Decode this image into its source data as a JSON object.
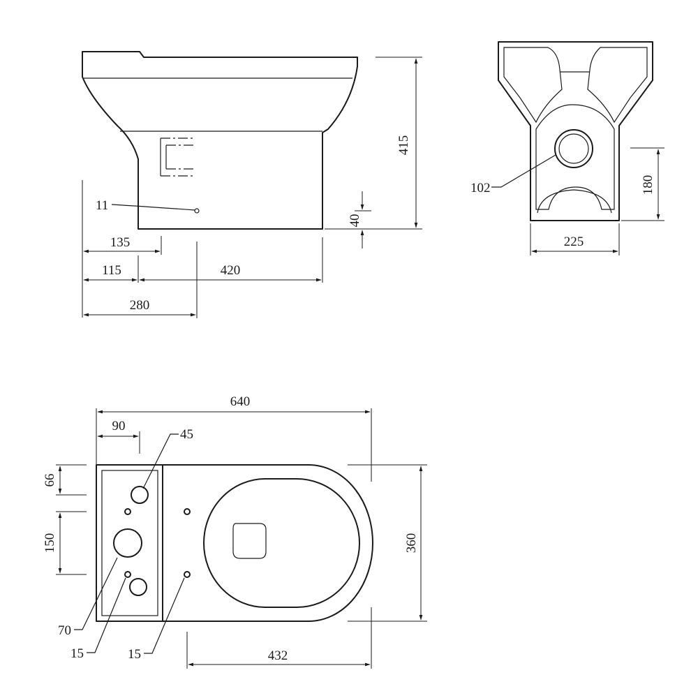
{
  "side_view": {
    "height": "415",
    "foot_height": "40",
    "hole_callout": "11",
    "offset_135": "135",
    "offset_115": "115",
    "offset_420": "420",
    "offset_280": "280"
  },
  "rear_view": {
    "outlet_callout": "102",
    "outlet_height": "180",
    "base_width": "225"
  },
  "top_view": {
    "overall_length": "640",
    "cistern_offset": "90",
    "inlet_hole_callout": "45",
    "cistern_depth": "66",
    "hole_spacing": "150",
    "overall_width": "360",
    "flush_hole_callout": "70",
    "bolt_hole_callout_a": "15",
    "bolt_hole_callout_b": "15",
    "fixing_distance": "432"
  }
}
